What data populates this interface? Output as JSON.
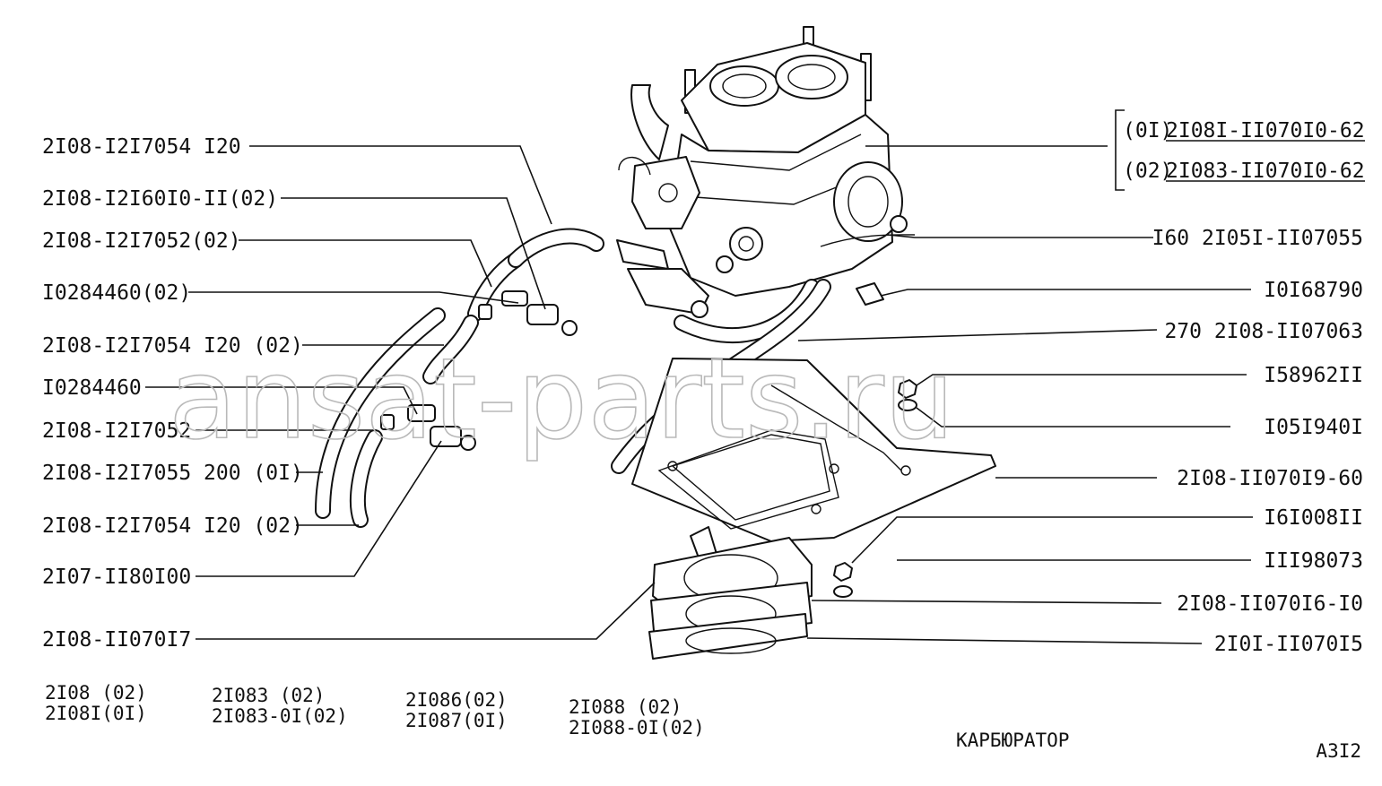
{
  "watermark": "ansat-parts.ru",
  "callouts_left": [
    "2I08-I2I7054 I20",
    "2I08-I2I60I0-II(02)",
    "2I08-I2I7052(02)",
    "I0284460(02)",
    "2I08-I2I7054 I20 (02)",
    "I0284460",
    "2I08-I2I7052",
    "2I08-I2I7055 200 (0I)",
    "2I08-I2I7054 I20 (02)",
    "2I07-II80I00",
    "2I08-II070I7"
  ],
  "callouts_right": [
    "I60 2I05I-II07055",
    "I0I68790",
    "270 2I08-II07063",
    "I58962II",
    "I05I940I",
    "2I08-II070I9-60",
    "I6I008II",
    "III98073",
    "2I08-II070I6-I0",
    "2I0I-II070I5"
  ],
  "carburetor_variants": [
    {
      "prefix": "(0I)",
      "code": "2I08I-II070I0-62"
    },
    {
      "prefix": "(02)",
      "code": "2I083-II070I0-62"
    }
  ],
  "model_codes": [
    {
      "line1": "2I08 (02)",
      "line2": "2I08I(0I)"
    },
    {
      "line1": "2I083    (02)",
      "line2": "2I083-0I(02)"
    },
    {
      "line1": "2I086(02)",
      "line2": "2I087(0I)"
    },
    {
      "line1": "2I088    (02)",
      "line2": "2I088-0I(02)"
    }
  ],
  "title": "КАРБЮРАТОР",
  "page_code": "А3I2"
}
